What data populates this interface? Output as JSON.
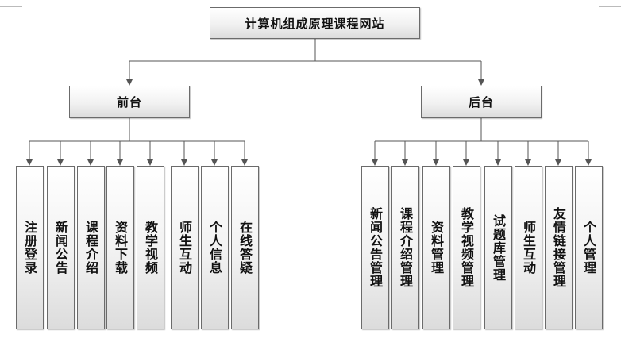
{
  "root": {
    "title": "计算机组成原理课程网站"
  },
  "front": {
    "title": "前台",
    "modules": [
      "注册登录",
      "新闻公告",
      "课程介绍",
      "资料下载",
      "教学视频",
      "师生互动",
      "个人信息",
      "在线答疑"
    ]
  },
  "back": {
    "title": "后台",
    "modules": [
      "新闻公告管理",
      "课程介绍管理",
      "资料管理",
      "教学视频管理",
      "试题库管理",
      "师生互动",
      "友情链接管理",
      "个人管理"
    ]
  }
}
